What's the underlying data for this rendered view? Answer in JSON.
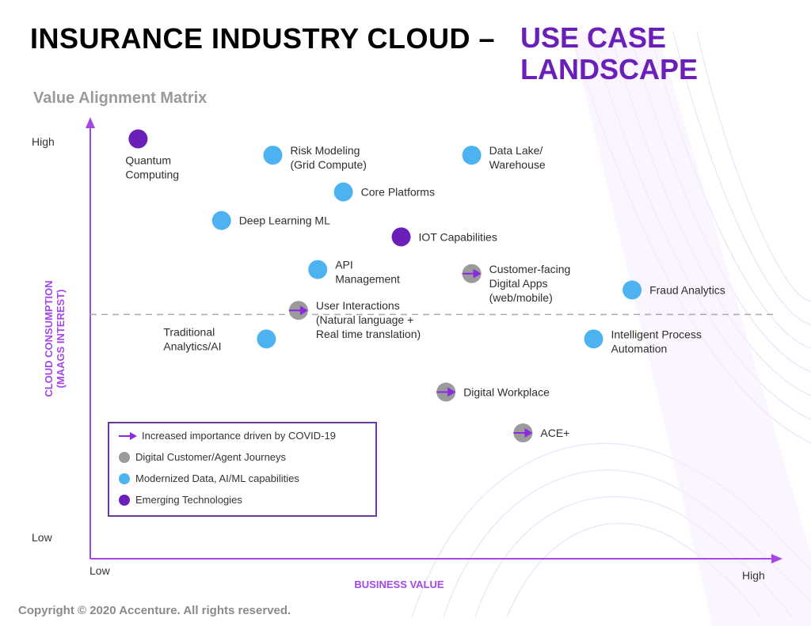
{
  "header": {
    "title_main": "INSURANCE INDUSTRY CLOUD –",
    "title_accent": "USE CASE LANDSCAPE",
    "subtitle": "Value Alignment Matrix"
  },
  "footer": {
    "copyright": "Copyright © 2020 Accenture. All rights reserved."
  },
  "colors": {
    "accent": "#6a1fb8",
    "axis": "#a347e8",
    "arrow": "#8a2be2",
    "digital_journeys": "#9b9b9b",
    "modernized_data": "#4db3f0",
    "emerging_tech": "#6a1fb8"
  },
  "chart_data": {
    "type": "scatter",
    "title": "Value Alignment Matrix",
    "xlabel": "BUSINESS VALUE",
    "ylabel": "CLOUD CONSUMPTION (MAAGS INTEREST)",
    "xlim": [
      0,
      100
    ],
    "ylim": [
      0,
      100
    ],
    "x_tick_labels": {
      "low": "Low",
      "high": "High"
    },
    "y_tick_labels": {
      "low": "Low",
      "high": "High"
    },
    "divider_y": 54,
    "grid": false,
    "legend_position": "bottom-left",
    "legend": [
      {
        "label": "Increased importance driven by COVID-19",
        "marker": "arrow"
      },
      {
        "label": "Digital Customer/Agent Journeys",
        "category": "digital_journeys"
      },
      {
        "label": "Modernized Data, AI/ML capabilities",
        "category": "modernized_data"
      },
      {
        "label": "Emerging Technologies",
        "category": "emerging_tech"
      }
    ],
    "points": [
      {
        "label": [
          "Quantum",
          "Computing"
        ],
        "x": 4,
        "y": 97,
        "category": "emerging_tech",
        "covid": false,
        "label_pos": "below"
      },
      {
        "label": [
          "Risk Modeling",
          "(Grid Compute)"
        ],
        "x": 25,
        "y": 93,
        "category": "modernized_data",
        "covid": false,
        "label_pos": "right"
      },
      {
        "label": [
          "Data Lake/",
          "Warehouse"
        ],
        "x": 56,
        "y": 93,
        "category": "modernized_data",
        "covid": false,
        "label_pos": "right"
      },
      {
        "label": [
          "Core Platforms"
        ],
        "x": 36,
        "y": 84,
        "category": "modernized_data",
        "covid": false,
        "label_pos": "right"
      },
      {
        "label": [
          "Deep Learning ML"
        ],
        "x": 17,
        "y": 77,
        "category": "modernized_data",
        "covid": false,
        "label_pos": "right"
      },
      {
        "label": [
          "IOT Capabilities"
        ],
        "x": 45,
        "y": 73,
        "category": "emerging_tech",
        "covid": false,
        "label_pos": "right"
      },
      {
        "label": [
          "API",
          "Management"
        ],
        "x": 32,
        "y": 65,
        "category": "modernized_data",
        "covid": false,
        "label_pos": "right"
      },
      {
        "label": [
          "Customer-facing",
          "Digital Apps",
          "(web/mobile)"
        ],
        "x": 56,
        "y": 64,
        "category": "digital_journeys",
        "covid": true,
        "label_pos": "right"
      },
      {
        "label": [
          "Fraud Analytics"
        ],
        "x": 81,
        "y": 60,
        "category": "modernized_data",
        "covid": false,
        "label_pos": "right"
      },
      {
        "label": [
          "User Interactions",
          "(Natural language +",
          "Real time translation)"
        ],
        "x": 29,
        "y": 55,
        "category": "digital_journeys",
        "covid": true,
        "label_pos": "right"
      },
      {
        "label": [
          "Traditional",
          "Analytics/AI"
        ],
        "x": 24,
        "y": 48,
        "category": "modernized_data",
        "covid": false,
        "label_pos": "left"
      },
      {
        "label": [
          "Intelligent Process",
          "Automation"
        ],
        "x": 75,
        "y": 48,
        "category": "modernized_data",
        "covid": false,
        "label_pos": "right"
      },
      {
        "label": [
          "Digital Workplace"
        ],
        "x": 52,
        "y": 35,
        "category": "digital_journeys",
        "covid": true,
        "label_pos": "right"
      },
      {
        "label": [
          "ACE+"
        ],
        "x": 64,
        "y": 25,
        "category": "digital_journeys",
        "covid": true,
        "label_pos": "right"
      }
    ]
  }
}
